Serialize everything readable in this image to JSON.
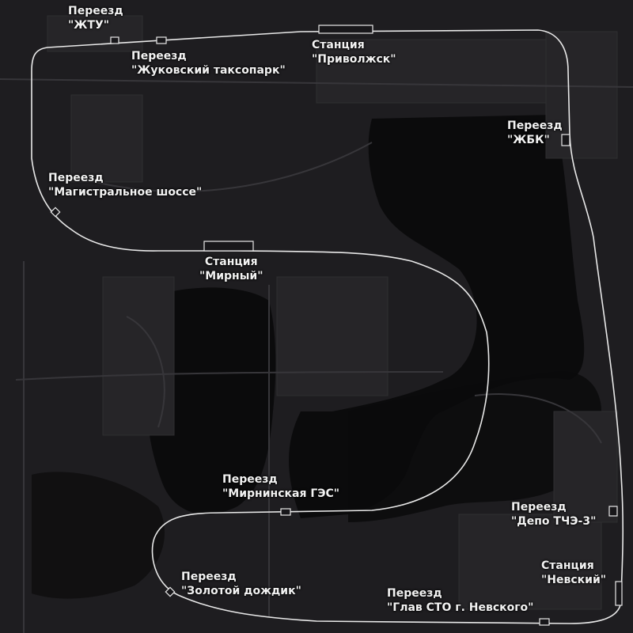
{
  "map": {
    "colors": {
      "water": "#0a0a0b",
      "land": "#1e1d20",
      "block": "#252427",
      "road": "#3a393c",
      "track": "#e6e6e6"
    },
    "labels": [
      {
        "id": "zhtu",
        "line1": "Переезд",
        "line2": "\"ЖТУ\""
      },
      {
        "id": "zhukovsky",
        "line1": "Переезд",
        "line2": "\"Жуковский таксопарк\""
      },
      {
        "id": "privolzhsk",
        "line1": "Станция",
        "line2": "\"Приволжск\""
      },
      {
        "id": "zhbk",
        "line1": "Переезд",
        "line2": "\"ЖБК\""
      },
      {
        "id": "magistral",
        "line1": "Переезд",
        "line2": "\"Магистральное шоссе\""
      },
      {
        "id": "mirny",
        "line1": "Станция",
        "line2": "\"Мирный\""
      },
      {
        "id": "mirninskaya",
        "line1": "Переезд",
        "line2": "\"Мирнинская ГЭС\""
      },
      {
        "id": "depo",
        "line1": "Переезд",
        "line2": "\"Депо ТЧЭ-3\""
      },
      {
        "id": "nevsky",
        "line1": "Станция",
        "line2": "\"Невский\""
      },
      {
        "id": "zolotoy",
        "line1": "Переезд",
        "line2": "\"Золотой дождик\""
      },
      {
        "id": "glav",
        "line1": "Переезд",
        "line2": "\"Глав СТО г. Невского\""
      }
    ]
  }
}
